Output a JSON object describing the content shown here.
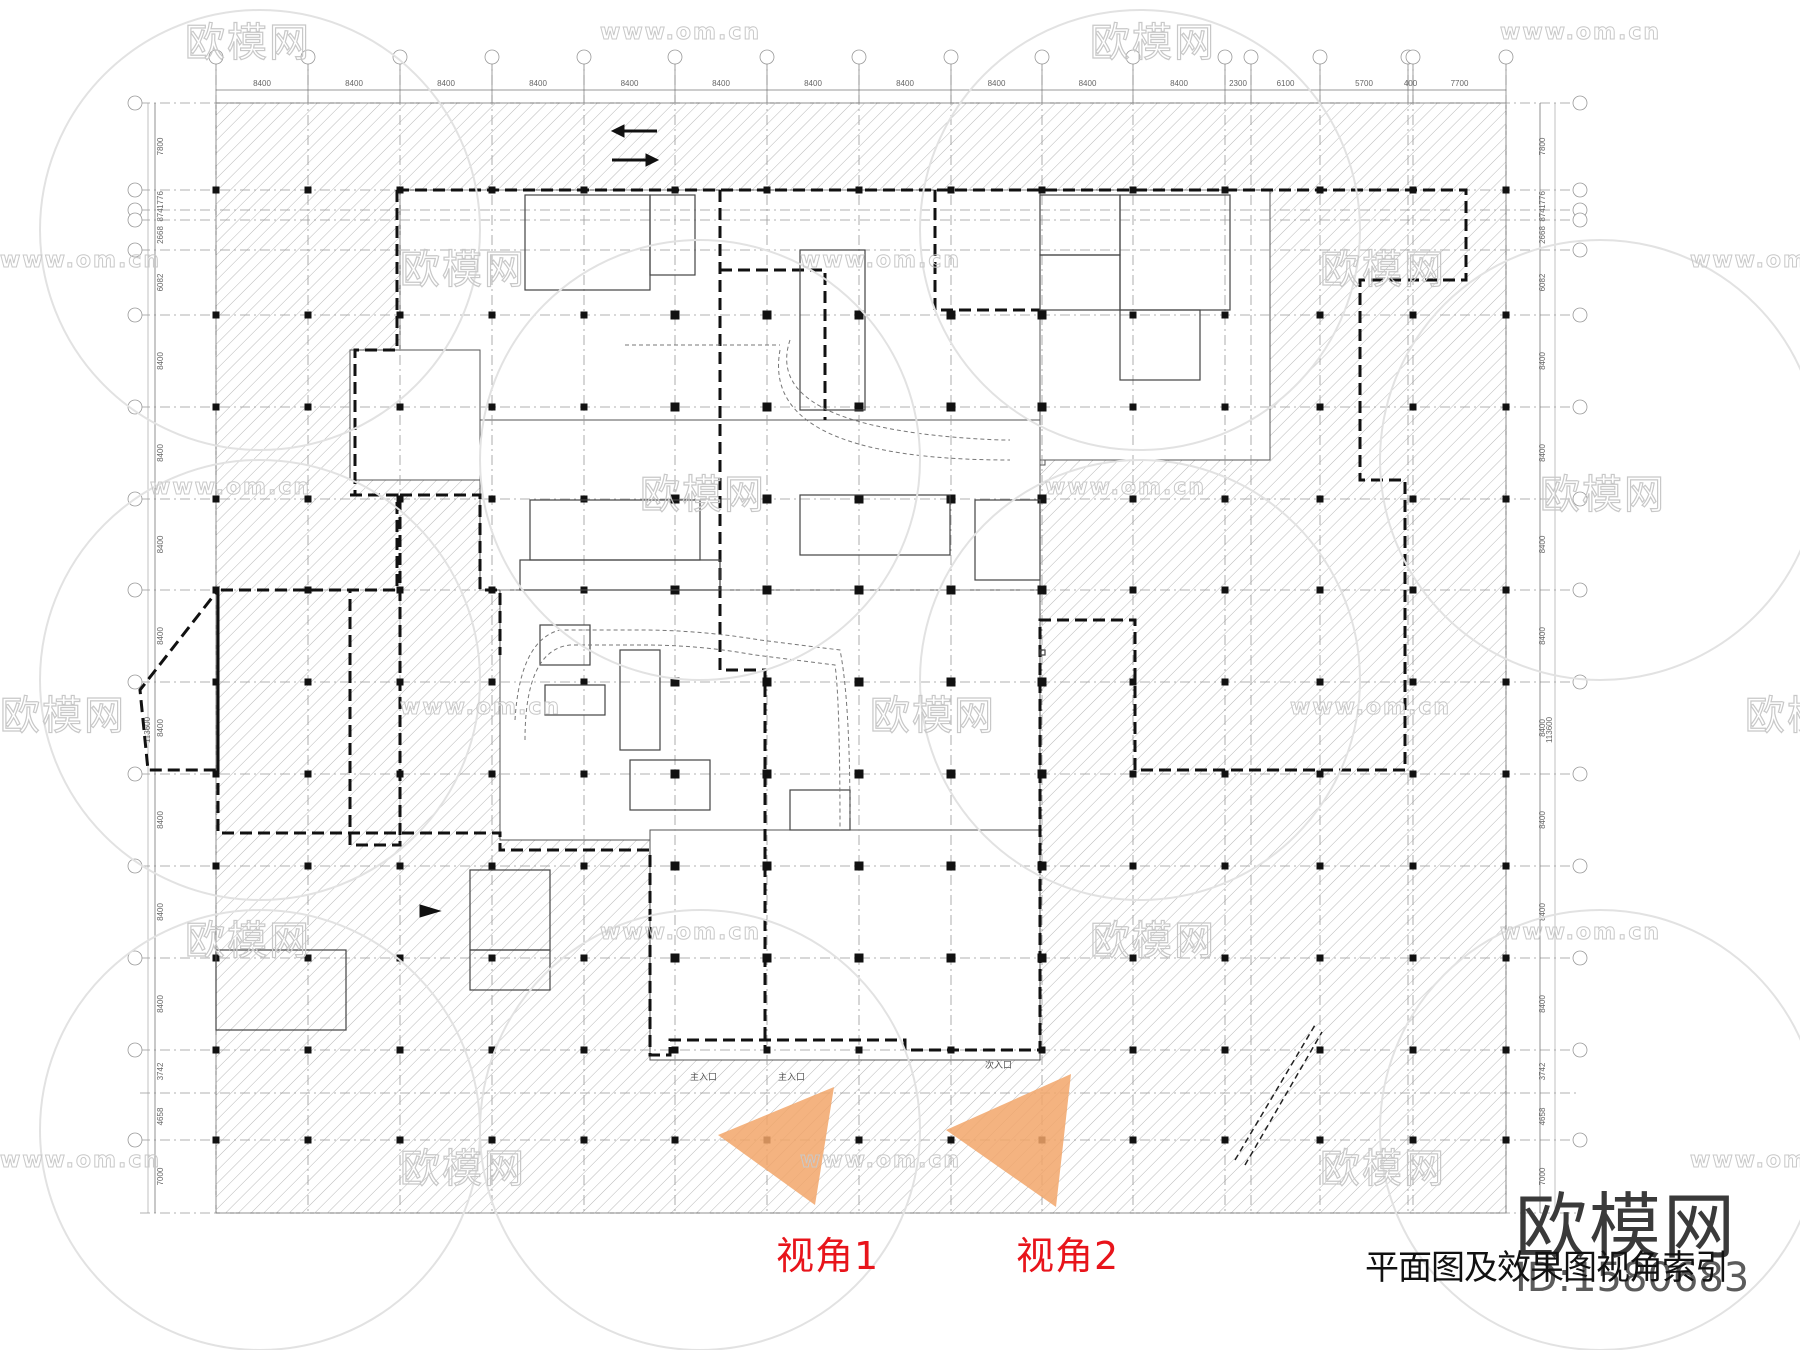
{
  "drawing": {
    "title": "平面图及效果图视角索引",
    "brand": "欧模网",
    "id_text": "ID:1580683",
    "accent_colors": {
      "view_label": "#e8141b",
      "view_cone": "#f2a66a",
      "linework": "#222222",
      "hatch": "#b8b8b8"
    }
  },
  "view_angles": [
    {
      "label": "视角1",
      "cone_color": "#f2a66a"
    },
    {
      "label": "视角2",
      "cone_color": "#f2a66a"
    }
  ],
  "top_dimensions": [
    "8400",
    "8400",
    "8400",
    "8400",
    "8400",
    "8400",
    "8400",
    "8400",
    "8400",
    "8400",
    "8400",
    "2300",
    "6100",
    "5700",
    "400",
    "7700"
  ],
  "left_dimensions": [
    "7800",
    "1776",
    "874",
    "2668",
    "6082",
    "8400",
    "8400",
    "8400",
    "8400",
    "8400",
    "8400",
    "8400",
    "8400",
    "3742",
    "4658",
    "7000"
  ],
  "right_dimensions": [
    "7800",
    "1776",
    "874",
    "2668",
    "6082",
    "8400",
    "8400",
    "8400",
    "8400",
    "8400",
    "8400",
    "8400",
    "8400",
    "3742",
    "4658",
    "7000"
  ],
  "overall_dimension": "113600",
  "entrance_labels": [
    "主入口",
    "主入口",
    "次入口"
  ],
  "watermarks": {
    "logo_text": "欧模网",
    "url_text": "www.om.cn"
  }
}
